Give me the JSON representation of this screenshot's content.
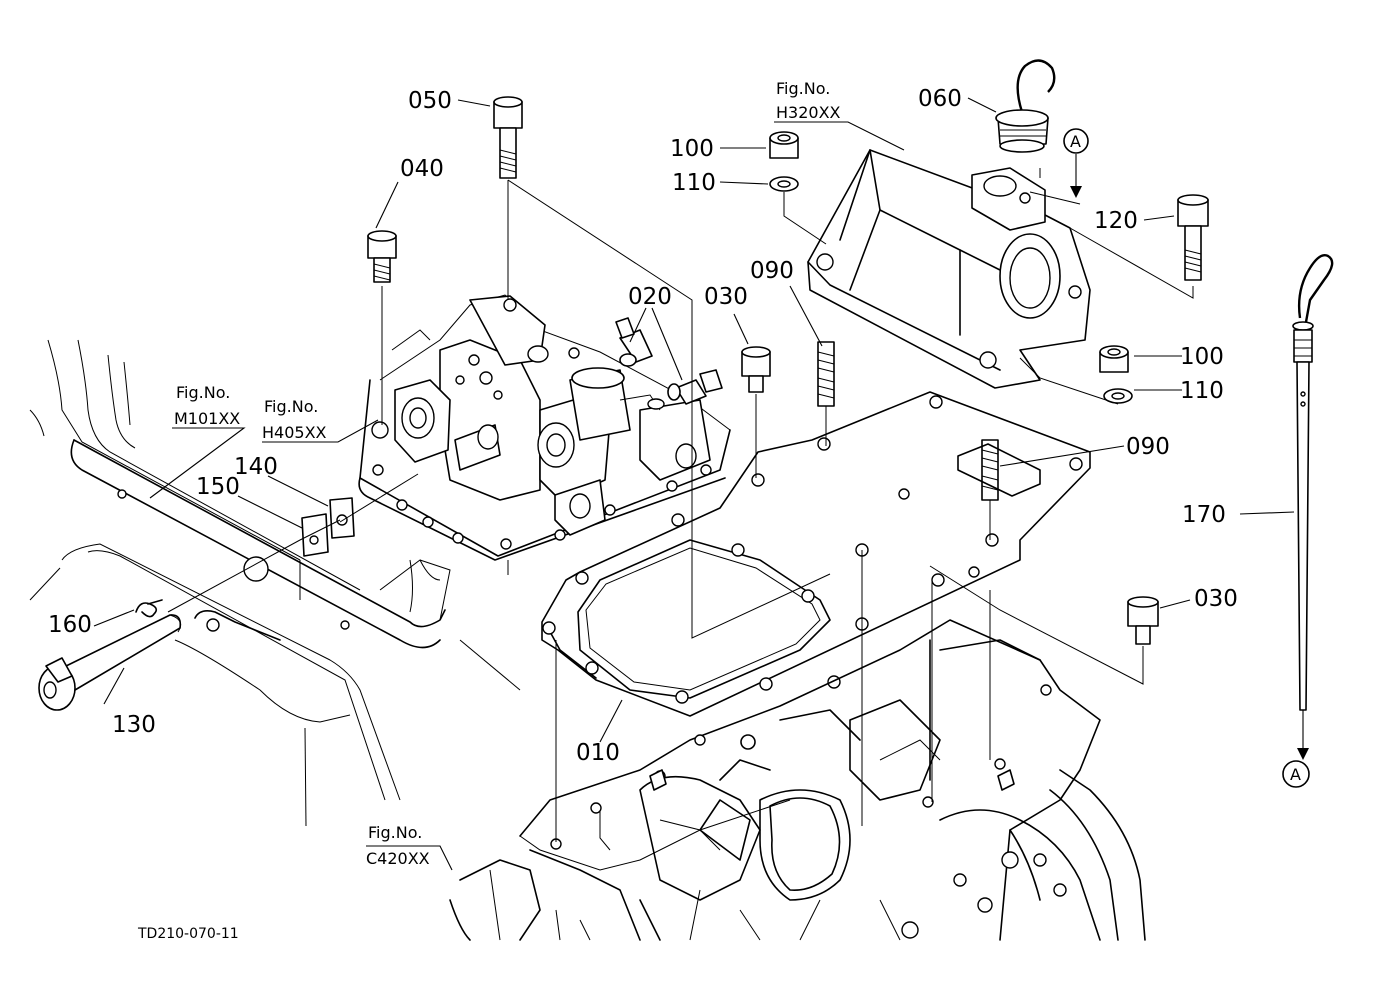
{
  "parts": {
    "p010": "010",
    "p020": "020",
    "p030a": "030",
    "p030b": "030",
    "p040": "040",
    "p050": "050",
    "p060": "060",
    "p090a": "090",
    "p090b": "090",
    "p100a": "100",
    "p100b": "100",
    "p110a": "110",
    "p110b": "110",
    "p120": "120",
    "p130": "130",
    "p140": "140",
    "p150": "150",
    "p160": "160",
    "p170": "170"
  },
  "figure_refs": {
    "h320": {
      "label": "Fig.No.",
      "code": "H320XX"
    },
    "m101": {
      "label": "Fig.No.",
      "code": "M101XX"
    },
    "h405": {
      "label": "Fig.No.",
      "code": "H405XX"
    },
    "c420": {
      "label": "Fig.No.",
      "code": "C420XX"
    }
  },
  "markers": {
    "top": "A",
    "bottom": "A"
  },
  "drawing_code": "TD210-070-11"
}
